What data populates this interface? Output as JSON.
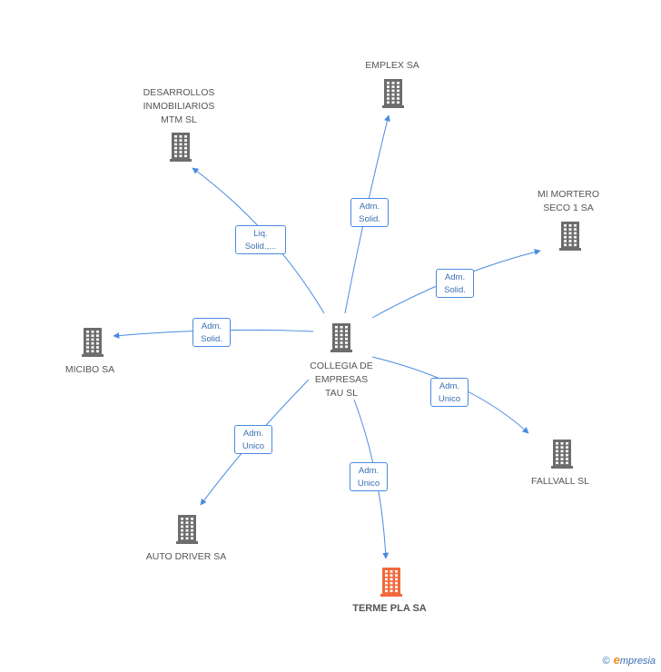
{
  "nodes": [
    {
      "id": "center",
      "label": [
        "COLLEGIA DE",
        "EMPRESAS",
        "TAU SL"
      ],
      "color": "#6d6d6d",
      "icon": "building-icon"
    },
    {
      "id": "emplex",
      "label": [
        "EMPLEX SA"
      ],
      "color": "#6d6d6d",
      "icon": "building-icon"
    },
    {
      "id": "desarrollos",
      "label": [
        "DESARROLLOS",
        "INMOBILIARIOS",
        "MTM SL"
      ],
      "color": "#6d6d6d",
      "icon": "building-icon"
    },
    {
      "id": "mortero",
      "label": [
        "MI MORTERO",
        "SECO 1 SA"
      ],
      "color": "#6d6d6d",
      "icon": "building-icon"
    },
    {
      "id": "micibo",
      "label": [
        "MICIBO SA"
      ],
      "color": "#6d6d6d",
      "icon": "building-icon"
    },
    {
      "id": "fallvall",
      "label": [
        "FALLVALL SL"
      ],
      "color": "#6d6d6d",
      "icon": "building-icon"
    },
    {
      "id": "autodriver",
      "label": [
        "AUTO DRIVER SA"
      ],
      "color": "#6d6d6d",
      "icon": "building-icon"
    },
    {
      "id": "terme",
      "label": [
        "TERME PLA SA"
      ],
      "color": "#f26a3c",
      "icon": "building-icon",
      "highlight": true
    }
  ],
  "edges": [
    {
      "to": "emplex",
      "label": [
        "Adm.",
        "Solid."
      ]
    },
    {
      "to": "desarrollos",
      "label": [
        "Liq.",
        "Solid.,..."
      ]
    },
    {
      "to": "mortero",
      "label": [
        "Adm.",
        "Solid."
      ]
    },
    {
      "to": "micibo",
      "label": [
        "Adm.",
        "Solid."
      ]
    },
    {
      "to": "fallvall",
      "label": [
        "Adm.",
        "Unico"
      ]
    },
    {
      "to": "autodriver",
      "label": [
        "Adm.",
        "Unico"
      ]
    },
    {
      "to": "terme",
      "label": [
        "Adm.",
        "Unico"
      ]
    }
  ],
  "edge_color": "#4a8be0",
  "footer": {
    "copyright": "©",
    "brand_first": "e",
    "brand_rest": "mpresia"
  }
}
